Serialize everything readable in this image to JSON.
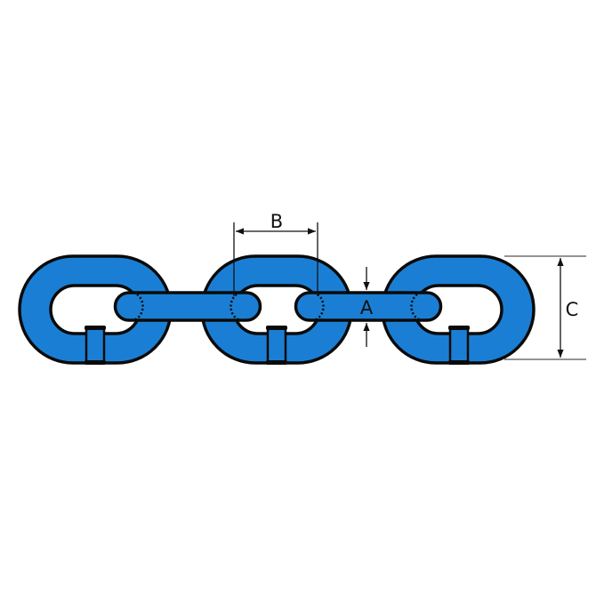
{
  "diagram": {
    "subject": "chain",
    "link_count": 3,
    "colors": {
      "link_fill": "#1a7fd4",
      "outline": "#0a0a0a",
      "dimension_line": "#111111",
      "background": "#ffffff"
    },
    "dimensions": {
      "A": {
        "label": "A",
        "meaning": "material diameter"
      },
      "B": {
        "label": "B",
        "meaning": "inner link length (pitch)"
      },
      "C": {
        "label": "C",
        "meaning": "outer link width"
      }
    }
  }
}
